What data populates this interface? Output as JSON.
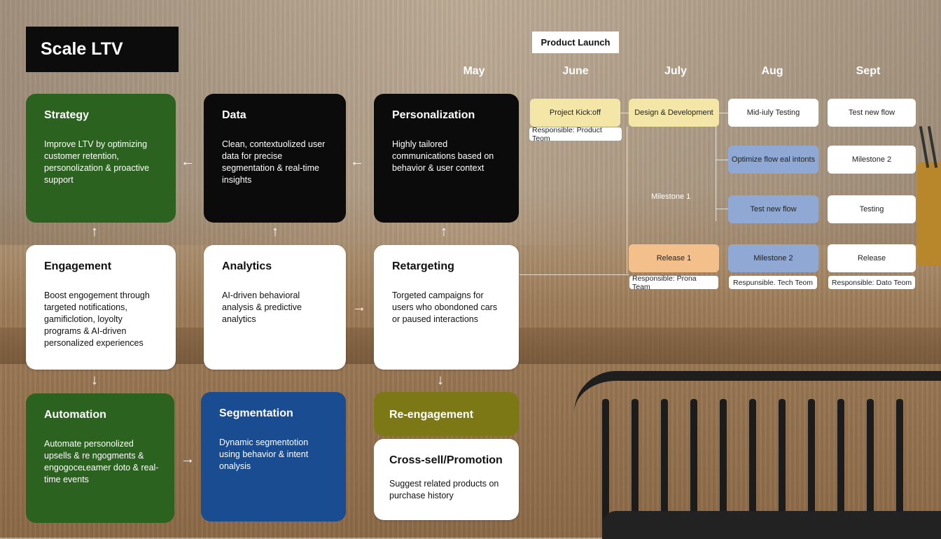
{
  "title": "Scale LTV",
  "cards": {
    "strategy": {
      "title": "Strategy",
      "body": "Improve LTV by optimizing customer retention, personolization & proactive support",
      "color": "#2c6220"
    },
    "data": {
      "title": "Data",
      "body": "Clean, contextuolized user data for precise segmentation & real-time insights",
      "color": "#0b0b0b"
    },
    "personalization": {
      "title": "Personalization",
      "body": "Highly tailored communications  based on behavior & user context",
      "color": "#0b0b0b"
    },
    "engagement": {
      "title": "Engagement",
      "body": "Boost engogement through targeted notifications, gamificlotion, loyolty programs & AI-driven personalized experiences",
      "color": "#ffffff"
    },
    "analytics": {
      "title": "Analytics",
      "body": "AI-driven behavioral analysis & predictive analytics",
      "color": "#ffffff"
    },
    "retargeting": {
      "title": "Retargeting",
      "body": "Torgeted campaigns for users who obondoned cars or paused interactions",
      "color": "#ffffff"
    },
    "automation": {
      "title": "Automation",
      "body": "Automate personolized upsells & re ngogments & engogoceʟeamer doto & real-time events",
      "color": "#2c6220"
    },
    "segmentation": {
      "title": "Segmentation",
      "body": "Dynamic segmentotion using behavior & intent onalysis",
      "color": "#1a4c92"
    },
    "reengagement": {
      "title": "Re-engagement",
      "color": "#7d7816"
    },
    "crosssell": {
      "title": "Cross-sell/Promotion",
      "body": "Suggest related products on purchase history",
      "color": "#ffffff"
    }
  },
  "timeline": {
    "label": "Product Launch",
    "months": [
      "May",
      "June",
      "July",
      "Aug",
      "Sept"
    ],
    "kickoff": "Project Kick:off",
    "kickoff_resp": "Responsible: Product Teom",
    "design": "Design & Development",
    "testing_mid": "Mid-iuly Testing",
    "test_new_flow_top": "Test new flow",
    "optimize": "Optimize flow eal intonts",
    "milestone2_top": "Milestone 2",
    "milestone1": "Milestone 1",
    "test_new_flow": "Test new flow",
    "testing": "Testing",
    "release1": "Release 1",
    "release1_resp": "Responsible: Prona Team",
    "milestone2": "Milestone 2",
    "milestone2_resp": "Respunsible. Tech Teom",
    "release": "Release",
    "release_resp": "Responsible: Dato Teom"
  }
}
